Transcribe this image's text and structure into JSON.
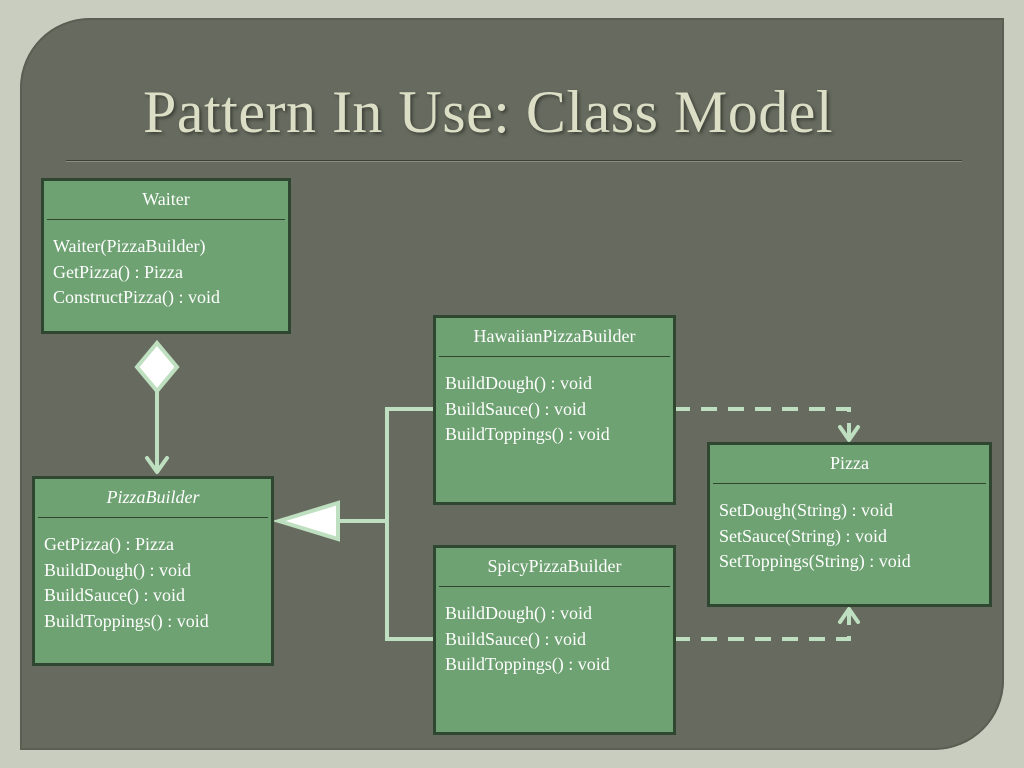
{
  "slide": {
    "title": "Pattern In Use: Class Model"
  },
  "classes": {
    "waiter": {
      "name": "Waiter",
      "members": [
        "Waiter(PizzaBuilder)",
        "GetPizza() : Pizza",
        "ConstructPizza() : void"
      ]
    },
    "pizza_builder": {
      "name": "PizzaBuilder",
      "abstract": true,
      "members": [
        "GetPizza() : Pizza",
        "BuildDough() : void",
        "BuildSauce() : void",
        "BuildToppings() : void"
      ]
    },
    "hawaiian_builder": {
      "name": "HawaiianPizzaBuilder",
      "members": [
        "BuildDough() : void",
        "BuildSauce() : void",
        "BuildToppings() : void"
      ]
    },
    "spicy_builder": {
      "name": "SpicyPizzaBuilder",
      "members": [
        "BuildDough() : void",
        "BuildSauce() : void",
        "BuildToppings() : void"
      ]
    },
    "pizza": {
      "name": "Pizza",
      "members": [
        "SetDough(String) : void",
        "SetSauce(String) : void",
        "SetToppings(String) : void"
      ]
    }
  },
  "relationships": [
    {
      "type": "aggregation",
      "from": "Waiter",
      "to": "PizzaBuilder"
    },
    {
      "type": "generalization",
      "from": "HawaiianPizzaBuilder",
      "to": "PizzaBuilder"
    },
    {
      "type": "generalization",
      "from": "SpicyPizzaBuilder",
      "to": "PizzaBuilder"
    },
    {
      "type": "dependency",
      "from": "HawaiianPizzaBuilder",
      "to": "Pizza"
    },
    {
      "type": "dependency",
      "from": "SpicyPizzaBuilder",
      "to": "Pizza"
    }
  ],
  "colors": {
    "background": "#c9cdbf",
    "panel": "#676b5f",
    "title_text": "#dcdfc6",
    "box_fill": "#6ea272",
    "box_border": "#2f4731",
    "connector": "#bfe0c0"
  }
}
